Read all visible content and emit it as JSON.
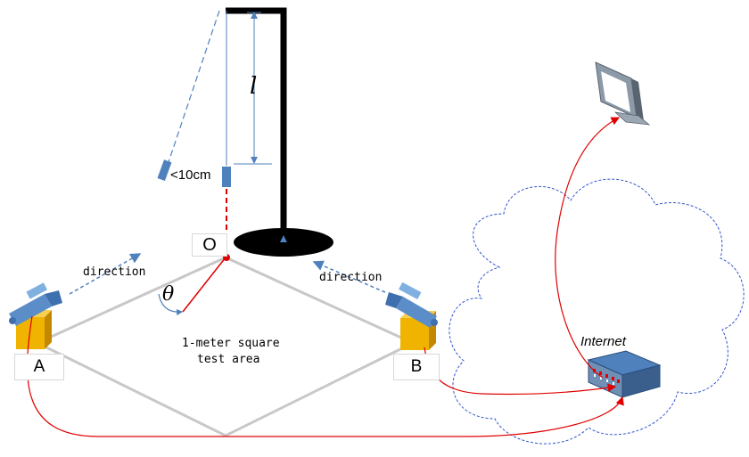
{
  "labels": {
    "pendulum_length": "l",
    "distance_limit": "<10cm",
    "origin": "O",
    "angle": "θ",
    "direction_left": "direction",
    "direction_right": "direction",
    "test_area_line1": "1-meter square",
    "test_area_line2": "test area",
    "camera_a": "A",
    "camera_b": "B",
    "internet": "Internet"
  },
  "colors": {
    "frame": "#000000",
    "pendulum_blue": "#4f81bd",
    "cable_red": "#e00000",
    "cloud_outline": "#3355cc",
    "square_outline": "#c8c8c8",
    "camera_base": "#f0b400"
  },
  "icons": [
    "camera-a-icon",
    "camera-b-icon",
    "monitor-icon",
    "network-switch-icon",
    "cloud-icon"
  ]
}
